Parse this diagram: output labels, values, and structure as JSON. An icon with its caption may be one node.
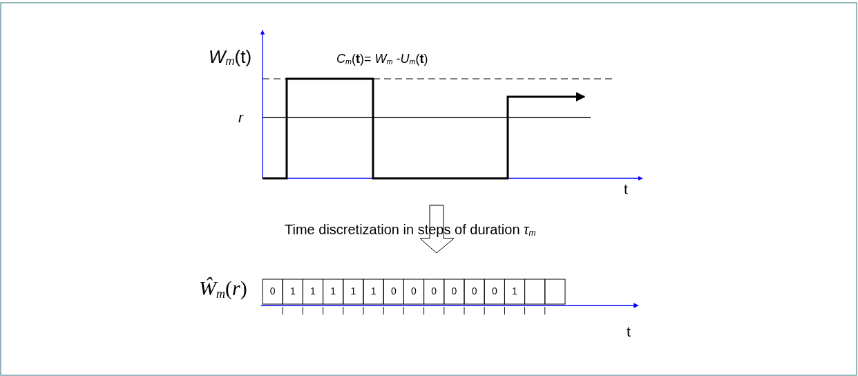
{
  "diagram": {
    "labels": [
      "*W*$_{m}$(t)",
      "*C*$_{m}$(**t**)= *W*$_{m}$ -*U*$_{m}$(**t**)",
      "r",
      "t",
      "Time discretization in steps of duration *τ*$_{m}$",
      "*Ŵ*$_{m}$(*r*)",
      "0",
      "1",
      "1",
      "1",
      "1",
      "1",
      "0",
      "0",
      "0",
      "0",
      "0",
      "0",
      "1",
      "t"
    ]
  }
}
